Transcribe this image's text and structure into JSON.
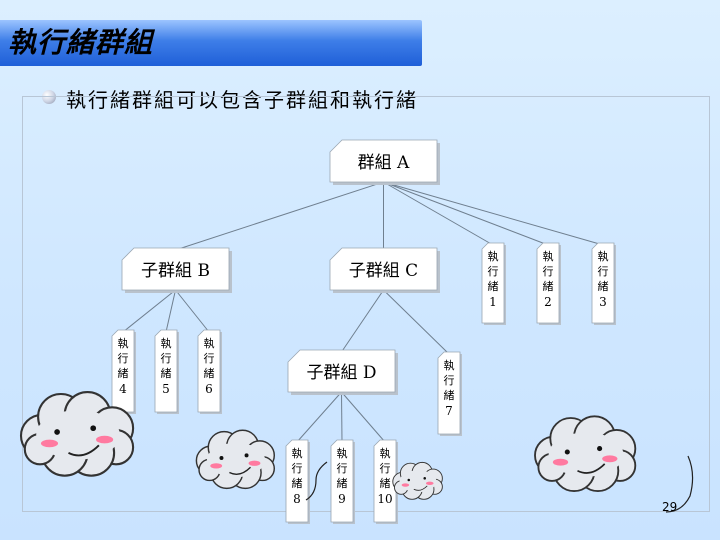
{
  "slide": {
    "title": "執行緒群組",
    "subtitle": "執行緒群組可以包含子群組和執行緒",
    "page_number": "29"
  },
  "groups": [
    {
      "id": "A",
      "label": "群組 A"
    },
    {
      "id": "B",
      "label": "子群組 B"
    },
    {
      "id": "C",
      "label": "子群組 C"
    },
    {
      "id": "D",
      "label": "子群組 D"
    }
  ],
  "threads": [
    {
      "id": "1",
      "label": "執行緒",
      "num": "1"
    },
    {
      "id": "2",
      "label": "執行緒",
      "num": "2"
    },
    {
      "id": "3",
      "label": "執行緒",
      "num": "3"
    },
    {
      "id": "4",
      "label": "執行緒",
      "num": "4"
    },
    {
      "id": "5",
      "label": "執行緒",
      "num": "5"
    },
    {
      "id": "6",
      "label": "執行緒",
      "num": "6"
    },
    {
      "id": "7",
      "label": "執行緒",
      "num": "7"
    },
    {
      "id": "8",
      "label": "執行緒",
      "num": "8"
    },
    {
      "id": "9",
      "label": "執行緒",
      "num": "9"
    },
    {
      "id": "10",
      "label": "執行緒",
      "num": "10"
    }
  ],
  "edges": [
    [
      "A",
      "B"
    ],
    [
      "A",
      "C"
    ],
    [
      "A",
      "1"
    ],
    [
      "A",
      "2"
    ],
    [
      "A",
      "3"
    ],
    [
      "B",
      "4"
    ],
    [
      "B",
      "5"
    ],
    [
      "B",
      "6"
    ],
    [
      "C",
      "D"
    ],
    [
      "C",
      "7"
    ],
    [
      "D",
      "8"
    ],
    [
      "D",
      "9"
    ],
    [
      "D",
      "10"
    ]
  ],
  "colors": {
    "title_bar": "#2f6fe0",
    "background": "#d6ebff",
    "box_fill": "#ffffff",
    "box_shadow": "#b9c2cc",
    "line": "#6f7f8f"
  }
}
